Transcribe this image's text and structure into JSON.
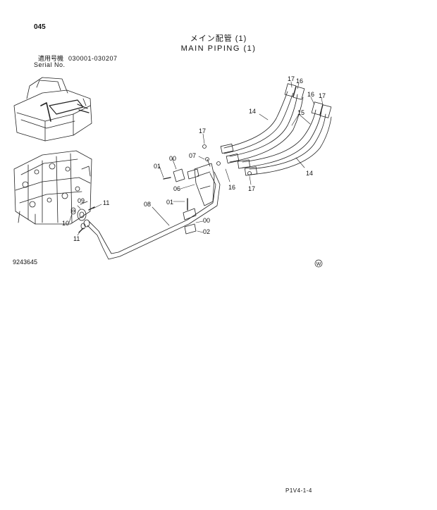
{
  "header": {
    "page_number": "045",
    "title_jp": "メイン配管 (1)",
    "title_en": "MAIN PIPING (1)"
  },
  "serial": {
    "label_jp": "適用号機",
    "label_en": "Serial No.",
    "range": "030001-030207"
  },
  "drawing_id": "9243645",
  "footer_code": "P1V4-1-4",
  "part_labels": {
    "p00a": "00",
    "p00b": "00",
    "p01a": "01",
    "p01b": "01",
    "p02": "02",
    "p06": "06",
    "p07": "07",
    "p08": "08",
    "p09": "09",
    "p10": "10",
    "p11a": "11",
    "p11b": "11",
    "p14a": "14",
    "p14b": "14",
    "p15": "15",
    "p16a": "16",
    "p16b": "16",
    "p16c": "16",
    "p17a": "17",
    "p17b": "17",
    "p17c": "17",
    "p17d": "17"
  },
  "symbol": "W"
}
